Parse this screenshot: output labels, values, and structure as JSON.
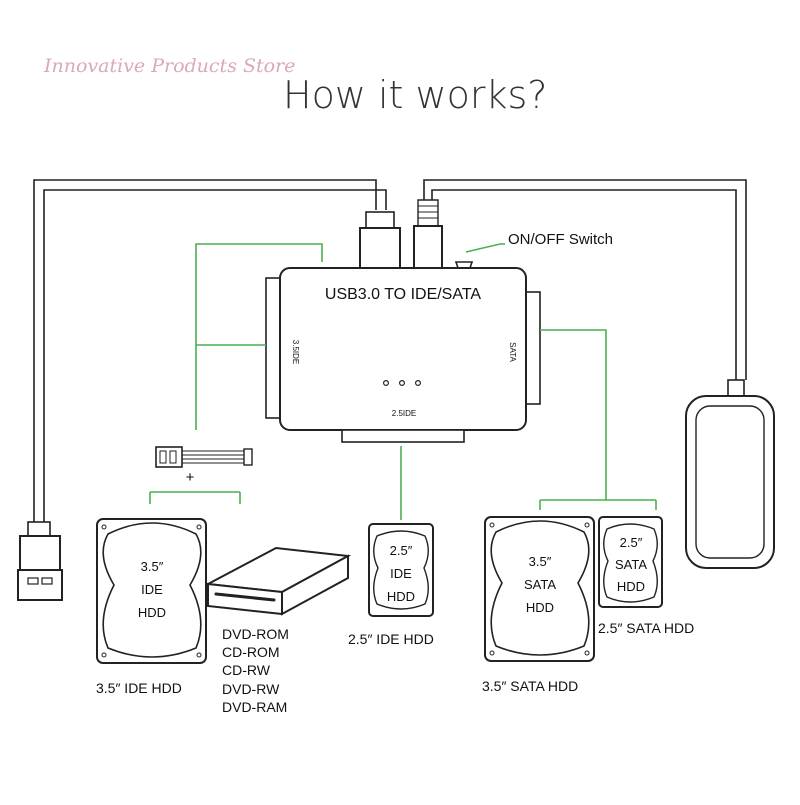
{
  "header": {
    "store_watermark": "Innovative Products Store",
    "title": "How it works?"
  },
  "adapter": {
    "label": "USB3.0 TO IDE/SATA",
    "port_left": "3.5IDE",
    "port_right": "SATA",
    "port_bottom": "2.5IDE"
  },
  "switch_label": "ON/OFF Switch",
  "power_plus": "+",
  "devices": {
    "ide35": {
      "label_lines": [
        "3.5″",
        "IDE",
        "HDD"
      ],
      "caption": "3.5″  IDE HDD"
    },
    "optical": {
      "captions": [
        "DVD-ROM",
        "CD-ROM",
        "CD-RW",
        "DVD-RW",
        "DVD-RAM"
      ]
    },
    "ide25": {
      "label_lines": [
        "2.5″",
        "IDE",
        "HDD"
      ],
      "caption": "2.5″  IDE HDD"
    },
    "sata35": {
      "label_lines": [
        "3.5″",
        "SATA",
        "HDD"
      ],
      "caption": "3.5″  SATA HDD"
    },
    "sata25": {
      "label_lines": [
        "2.5″",
        "SATA",
        "HDD"
      ],
      "caption": "2.5″  SATA HDD"
    }
  },
  "colors": {
    "connector_lines": "#4caf50",
    "outline": "#222222",
    "watermark": "#d9a9b6"
  },
  "icons": [
    "usb-plug-icon",
    "power-adapter-icon",
    "power-connector-icon",
    "hdd-icon",
    "optical-drive-icon"
  ]
}
